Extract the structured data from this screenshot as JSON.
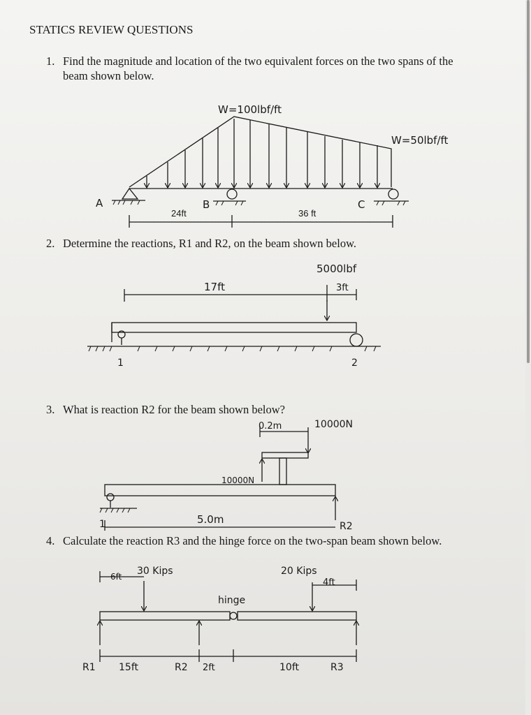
{
  "title": "STATICS REVIEW QUESTIONS",
  "questions": [
    {
      "number": "1.",
      "line1": "Find the magnitude and location of the two equivalent forces on the two spans of the",
      "line2": "beam shown below."
    },
    {
      "number": "2.",
      "line1": "Determine the reactions, R1 and R2, on the beam shown below."
    },
    {
      "number": "3.",
      "line1": "What is reaction R2 for the beam shown below?"
    },
    {
      "number": "4.",
      "line1": "Calculate the reaction R3 and the hinge force on the two-span beam shown below."
    }
  ],
  "fig1": {
    "w_peak": "W=100lbf/ft",
    "w_end": "W=50lbf/ft",
    "support_a": "A",
    "support_b": "B",
    "support_c": "C",
    "span_ab": "24ft",
    "span_bc": "36 ft"
  },
  "fig2": {
    "load": "5000lbf",
    "length": "17ft",
    "offset": "3ft",
    "support_1": "1",
    "support_2": "2"
  },
  "fig3": {
    "offset": "0.2m",
    "load_top": "10000N",
    "load_left": "10000N",
    "length": "5.0m",
    "support_1": "1",
    "reaction": "R2"
  },
  "fig4": {
    "load_left": "30 Kips",
    "offset_left": "6ft",
    "load_right": "20 Kips",
    "offset_right": "4ft",
    "hinge": "hinge",
    "r1": "R1",
    "r2": "R2",
    "r3": "R3",
    "dim_15": "15ft",
    "dim_2": "2ft",
    "dim_10": "10ft"
  }
}
